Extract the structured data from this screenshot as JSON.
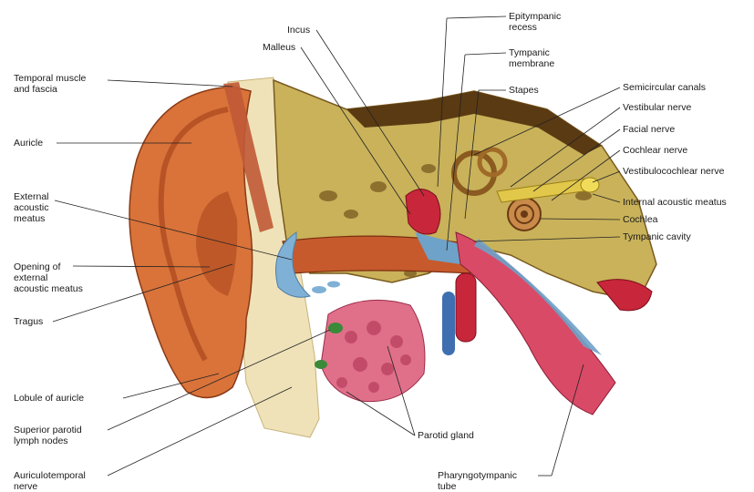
{
  "labels": {
    "temporal_muscle": "Temporal muscle\nand fascia",
    "auricle": "Auricle",
    "external_meatus": "External\nacoustic\nmeatus",
    "opening_meatus": "Opening of\nexternal\nacoustic meatus",
    "tragus": "Tragus",
    "lobule": "Lobule of auricle",
    "parotid_nodes": "Superior parotid\nlymph nodes",
    "auriculotemporal": "Auriculotemporal\nnerve",
    "incus": "Incus",
    "malleus": "Malleus",
    "epitympanic": "Epitympanic\nrecess",
    "tympanic_membrane": "Tympanic\nmembrane",
    "stapes": "Stapes",
    "semicircular": "Semicircular canals",
    "vestibular_nerve": "Vestibular nerve",
    "facial_nerve": "Facial nerve",
    "cochlear_nerve": "Cochlear nerve",
    "vestibulocochlear": "Vestibulocochlear nerve",
    "internal_meatus": "Internal acoustic meatus",
    "cochlea": "Cochlea",
    "tympanic_cavity": "Tympanic cavity",
    "parotid_gland": "Parotid gland",
    "pharyngotympanic": "Pharyngotympanic\ntube"
  },
  "colors": {
    "skin": "#d9733a",
    "skin_dark": "#a9461c",
    "bone": "#c9b25a",
    "bone_dark": "#8a6b2a",
    "tissue": "#efe2b8",
    "red": "#c8263a",
    "pink": "#e07a8c",
    "blue": "#6fa2c8",
    "nerve": "#e2c84a"
  }
}
